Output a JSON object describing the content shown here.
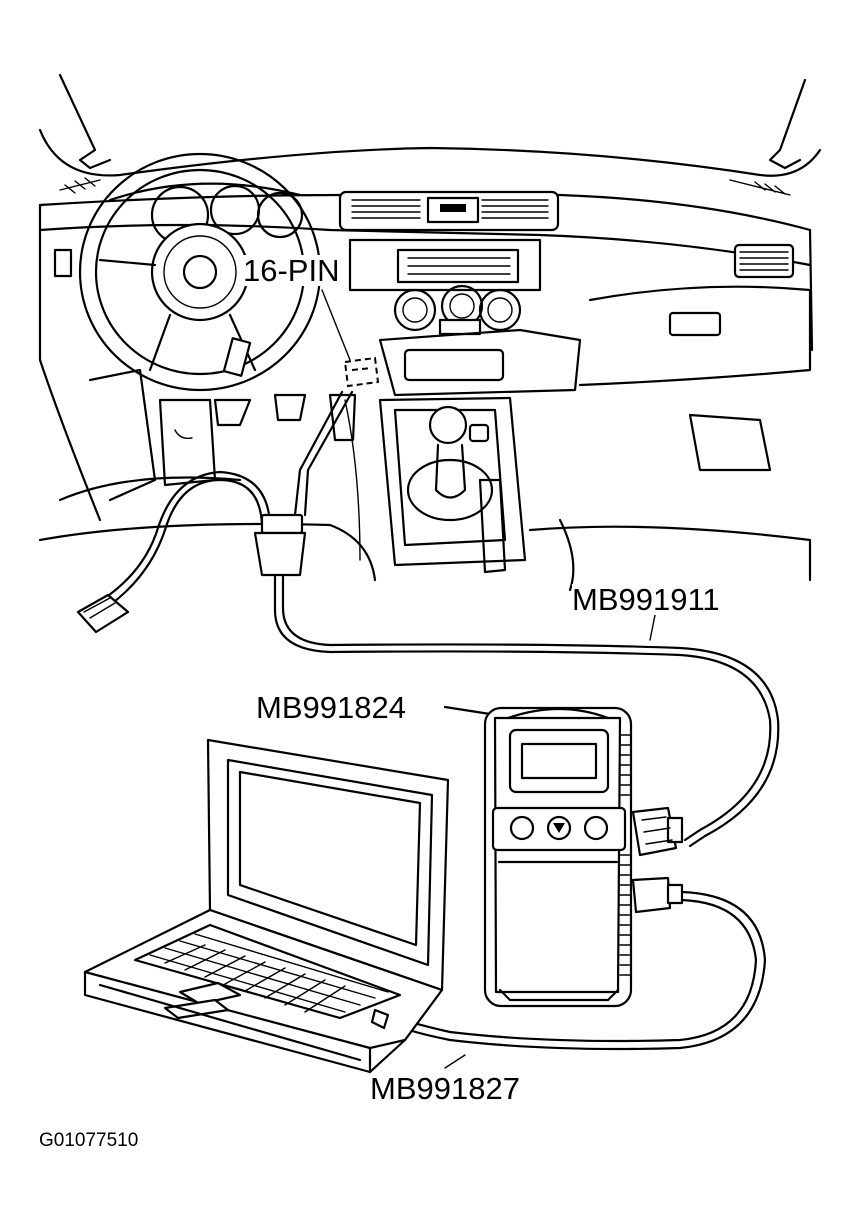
{
  "labels": {
    "connector": "16-PIN",
    "cable_a": "MB991911",
    "tester": "MB991824",
    "cable_b": "MB991827",
    "figure_id": "G01077510"
  },
  "colors": {
    "ink": "#000000",
    "paper": "#ffffff"
  },
  "icons": [
    "steering-wheel-icon",
    "gear-shifter-icon",
    "laptop-icon",
    "scan-tool-icon",
    "diagnostic-connector-icon"
  ]
}
